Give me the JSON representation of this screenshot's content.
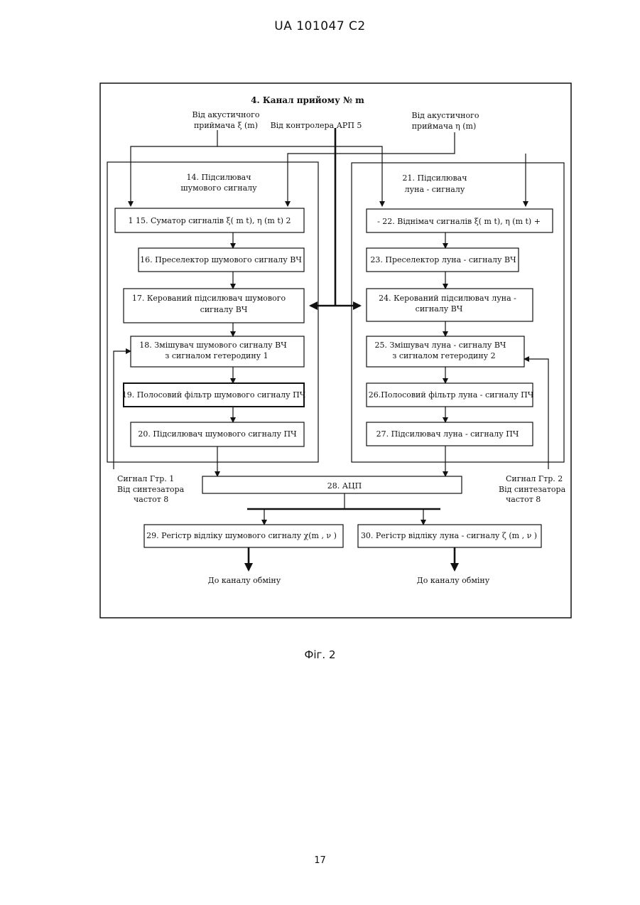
{
  "header": "UA   101047   C2",
  "figure_label": "Фіг. 2",
  "page_number": "17",
  "diagram": {
    "title": "4. Канал прийому № m",
    "inputs": {
      "acoustic_left": [
        "Від акустичного",
        "приймача ξ (m)"
      ],
      "controller": "Від  контролера  АРП 5",
      "acoustic_right": [
        "Від акустичного",
        "приймача      η  (m)"
      ]
    },
    "left_group": {
      "title": [
        "14. Підсилювач",
        "шумового сигналу"
      ],
      "blocks": {
        "b15": "1     15. Суматор сигналів  ξ( m t), η (m t)    2",
        "b16": "16. Преселектор шумового сигналу ВЧ",
        "b17": [
          "17.   Керований підсилювач шумового",
          "сигналу ВЧ"
        ],
        "b18": [
          "18. Змішувач шумового сигналу ВЧ",
          "з сигналом гетеродину  1"
        ],
        "b19": "19. Полосовий фільтр шумового сигналу ПЧ",
        "b20": "20.    Підсилювач  шумового сигналу ПЧ"
      }
    },
    "right_group": {
      "title": [
        "21. Підсилювач",
        "луна - сигналу"
      ],
      "blocks": {
        "b22": "-   22.  Віднімач сигналів  ξ( m t), η (m t)   +",
        "b23": "23. Преселектор луна - сигналу ВЧ",
        "b24": [
          "24.  Керований підсилювач луна -",
          "сигналу ВЧ"
        ],
        "b25": [
          "25. Змішувач луна - сигналу ВЧ",
          "з сигналом гетеродину  2"
        ],
        "b26": "26.Полосовий фільтр луна - сигналу ПЧ",
        "b27": "27.    Підсилювач  луна - сигналу ПЧ"
      }
    },
    "adc": "28. АЦП",
    "side_labels": {
      "left": [
        "Сигнал  Гтр. 1",
        "Від  синтезатора",
        "частот   8"
      ],
      "right": [
        "Сигнал   Гтр. 2",
        "Від  синтезатора",
        "частот   8"
      ]
    },
    "registers": {
      "b29": "29. Регістр відліку шумового сигналу  χ(m , ν )",
      "b30": "30. Регістр відліку луна - сигналу  ζ (m , ν )"
    },
    "outputs": {
      "left": "До  каналу обміну",
      "right": "До  каналу обміну"
    }
  }
}
